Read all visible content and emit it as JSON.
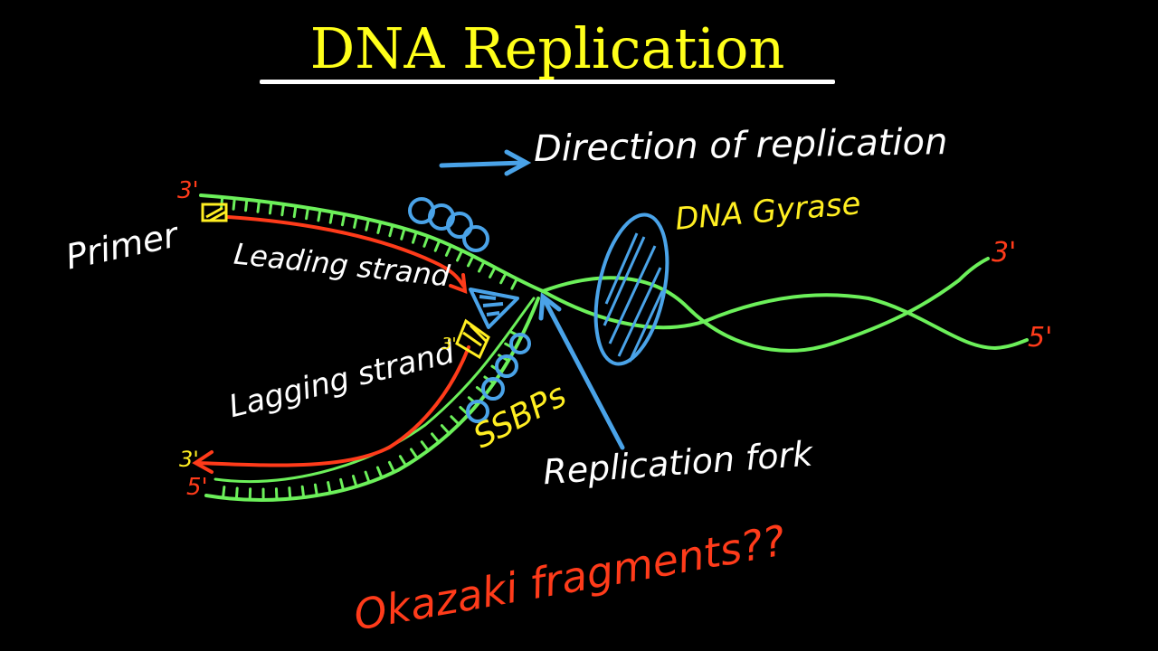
{
  "title": "DNA Replication",
  "labels": {
    "direction": "Direction of replication",
    "primer": "Primer",
    "leading_strand": "Leading strand",
    "lagging_strand": "Lagging strand",
    "dna_gyrase": "DNA Gyrase",
    "ssbps": "SSBPs",
    "replication_fork": "Replication fork",
    "okazaki": "Okazaki fragments??"
  },
  "strand_ends": {
    "top_left": "3'",
    "primer_lagging": "3'",
    "bottom_left_3": "3'",
    "bottom_left_5": "5'",
    "right_top": "3'",
    "right_bottom": "5'"
  },
  "colors": {
    "background": "#000000",
    "title": "#ffff1a",
    "parent_strand": "#6cf05a",
    "new_strand": "#ff3b1a",
    "enzyme": "#4aa3e8",
    "primer": "#ffee22",
    "text": "#ffffff"
  }
}
